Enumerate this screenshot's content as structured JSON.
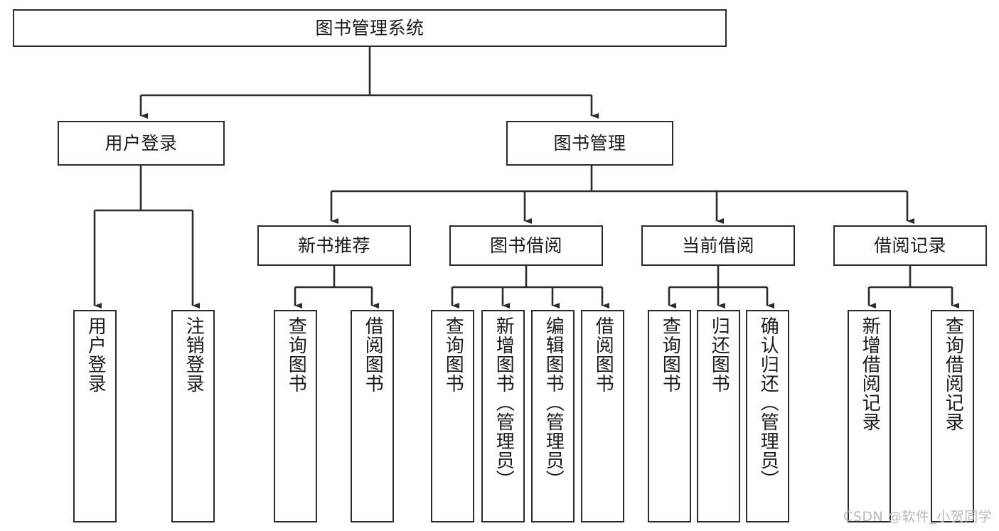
{
  "diagram": {
    "title": "图书管理系统",
    "watermark": "CSDN @软件_小贺同学",
    "line_color": "#2b2b2b",
    "box_fill": "#ffffff",
    "text_color": "#1b1b1b",
    "watermark_color": "#b9b9b9",
    "root": {
      "label": "图书管理系统"
    },
    "level2": [
      {
        "label": "用户登录"
      },
      {
        "label": "图书管理"
      }
    ],
    "level3": [
      {
        "label": "新书推荐"
      },
      {
        "label": "图书借阅"
      },
      {
        "label": "当前借阅"
      },
      {
        "label": "借阅记录"
      }
    ],
    "leaves": {
      "user_login": [
        {
          "label": "用户登录"
        },
        {
          "label": "注销登录"
        }
      ],
      "new_book_recommend": [
        {
          "label": "查询图书"
        },
        {
          "label": "借阅图书"
        }
      ],
      "book_borrow": [
        {
          "label": "查询图书"
        },
        {
          "label": "新增图书（管理员）"
        },
        {
          "label": "编辑图书（管理员）"
        },
        {
          "label": "借阅图书"
        }
      ],
      "current_borrow": [
        {
          "label": "查询图书"
        },
        {
          "label": "归还图书"
        },
        {
          "label": "确认归还（管理员）"
        }
      ],
      "borrow_record": [
        {
          "label": "新增借阅记录"
        },
        {
          "label": "查询借阅记录"
        }
      ]
    }
  },
  "chart_data": {
    "type": "tree-diagram",
    "title": "图书管理系统",
    "orientation": "top-down",
    "levels": 4,
    "node_count": 20,
    "nodes": [
      {
        "id": "root",
        "label": "图书管理系统",
        "level": 0,
        "parent": null
      },
      {
        "id": "n-user-login",
        "label": "用户登录",
        "level": 1,
        "parent": "root"
      },
      {
        "id": "n-book-manage",
        "label": "图书管理",
        "level": 1,
        "parent": "root"
      },
      {
        "id": "n-new-book",
        "label": "新书推荐",
        "level": 2,
        "parent": "n-book-manage"
      },
      {
        "id": "n-book-borrow",
        "label": "图书借阅",
        "level": 2,
        "parent": "n-book-manage"
      },
      {
        "id": "n-current-borrow",
        "label": "当前借阅",
        "level": 2,
        "parent": "n-book-manage"
      },
      {
        "id": "n-borrow-record",
        "label": "借阅记录",
        "level": 2,
        "parent": "n-book-manage"
      },
      {
        "id": "l-user-login",
        "label": "用户登录",
        "level": 2,
        "parent": "n-user-login"
      },
      {
        "id": "l-logout",
        "label": "注销登录",
        "level": 2,
        "parent": "n-user-login"
      },
      {
        "id": "l-query-book-1",
        "label": "查询图书",
        "level": 3,
        "parent": "n-new-book"
      },
      {
        "id": "l-borrow-book-1",
        "label": "借阅图书",
        "level": 3,
        "parent": "n-new-book"
      },
      {
        "id": "l-query-book-2",
        "label": "查询图书",
        "level": 3,
        "parent": "n-book-borrow"
      },
      {
        "id": "l-add-book",
        "label": "新增图书（管理员）",
        "level": 3,
        "parent": "n-book-borrow"
      },
      {
        "id": "l-edit-book",
        "label": "编辑图书（管理员）",
        "level": 3,
        "parent": "n-book-borrow"
      },
      {
        "id": "l-borrow-book-2",
        "label": "借阅图书",
        "level": 3,
        "parent": "n-book-borrow"
      },
      {
        "id": "l-query-book-3",
        "label": "查询图书",
        "level": 3,
        "parent": "n-current-borrow"
      },
      {
        "id": "l-return-book",
        "label": "归还图书",
        "level": 3,
        "parent": "n-current-borrow"
      },
      {
        "id": "l-confirm-return",
        "label": "确认归还（管理员）",
        "level": 3,
        "parent": "n-current-borrow"
      },
      {
        "id": "l-add-record",
        "label": "新增借阅记录",
        "level": 3,
        "parent": "n-borrow-record"
      },
      {
        "id": "l-query-record",
        "label": "查询借阅记录",
        "level": 3,
        "parent": "n-borrow-record"
      }
    ]
  }
}
